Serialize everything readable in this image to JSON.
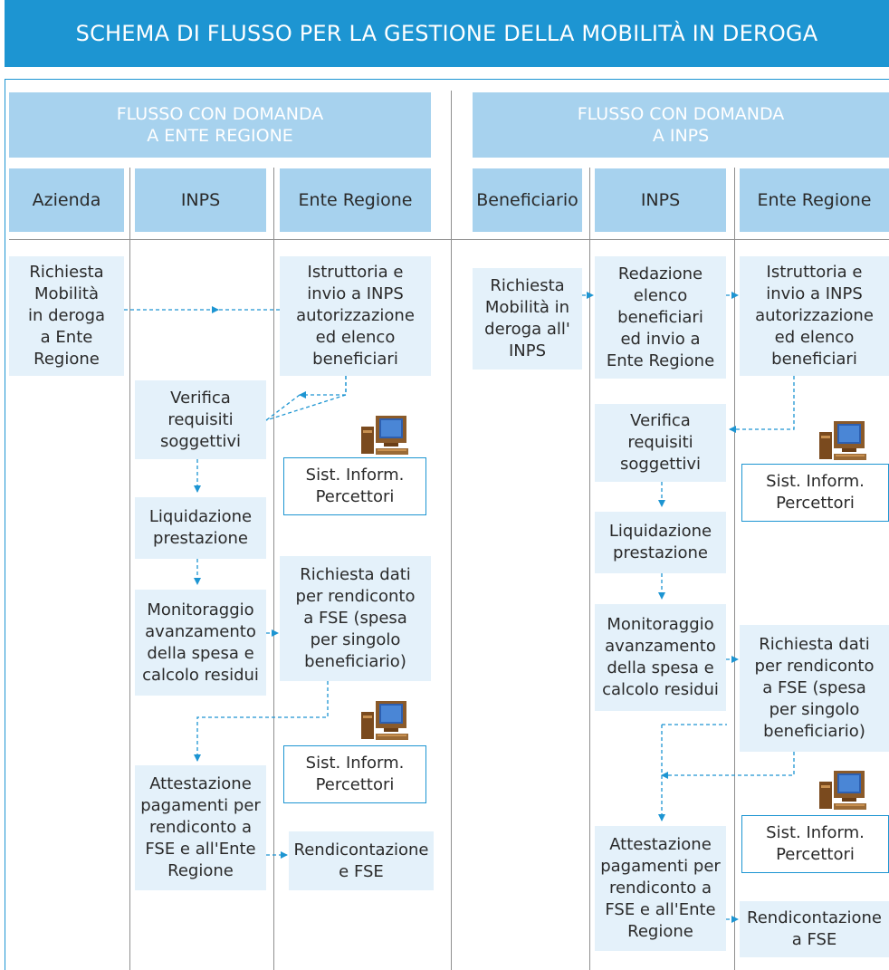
{
  "title": "SCHEMA DI FLUSSO PER LA GESTIONE DELLA MOBILITÀ IN DEROGA",
  "colors": {
    "accent": "#1d95d2",
    "header_fill": "#a7d2ee",
    "box_fill": "#e4f1fa",
    "divider": "#8f8f8f"
  },
  "left": {
    "header": "FLUSSO CON DOMANDA\nA ENTE REGIONE",
    "lanes": [
      "Azienda",
      "INPS",
      "Ente Regione"
    ],
    "richiesta": "Richiesta\nMobilità\nin deroga\na Ente\nRegione",
    "istruttoria": "Istruttoria e\ninvio a INPS\nautorizzazione\ned elenco\nbeneficiari",
    "verifica": "Verifica\nrequisiti\nsoggettivi",
    "sistema1": "Sist. Inform.\nPercettori",
    "liquidazione": "Liquidazione\nprestazione",
    "monitoraggio": "Monitoraggio\navanzamento\ndella spesa e\ncalcolo residui",
    "richiesta_dati": "Richiesta dati\nper rendiconto\na FSE (spesa\nper singolo\nbeneficiario)",
    "sistema2": "Sist. Inform.\nPercettori",
    "attestazione": "Attestazione\npagamenti per\nrendiconto a\nFSE e all'Ente\nRegione",
    "rendicontazione": "Rendicontazione\ne FSE"
  },
  "right": {
    "header": "FLUSSO CON DOMANDA\nA INPS",
    "lanes": [
      "Beneficiario",
      "INPS",
      "Ente Regione"
    ],
    "richiesta": "Richiesta\nMobilità in\nderoga all'\nINPS",
    "redazione": "Redazione\nelenco\nbeneficiari\ned invio a\nEnte Regione",
    "istruttoria": "Istruttoria e\ninvio a INPS\nautorizzazione\ned elenco\nbeneficiari",
    "verifica": "Verifica\nrequisiti\nsoggettivi",
    "sistema1": "Sist. Inform.\nPercettori",
    "liquidazione": "Liquidazione\nprestazione",
    "monitoraggio": "Monitoraggio\navanzamento\ndella spesa e\ncalcolo residui",
    "richiesta_dati": "Richiesta dati\nper rendiconto\na FSE (spesa\nper singolo\nbeneficiario)",
    "sistema2": "Sist. Inform.\nPercettori",
    "attestazione": "Attestazione\npagamenti per\nrendiconto a\nFSE e all'Ente\nRegione",
    "rendicontazione": "Rendicontazione\na FSE"
  }
}
